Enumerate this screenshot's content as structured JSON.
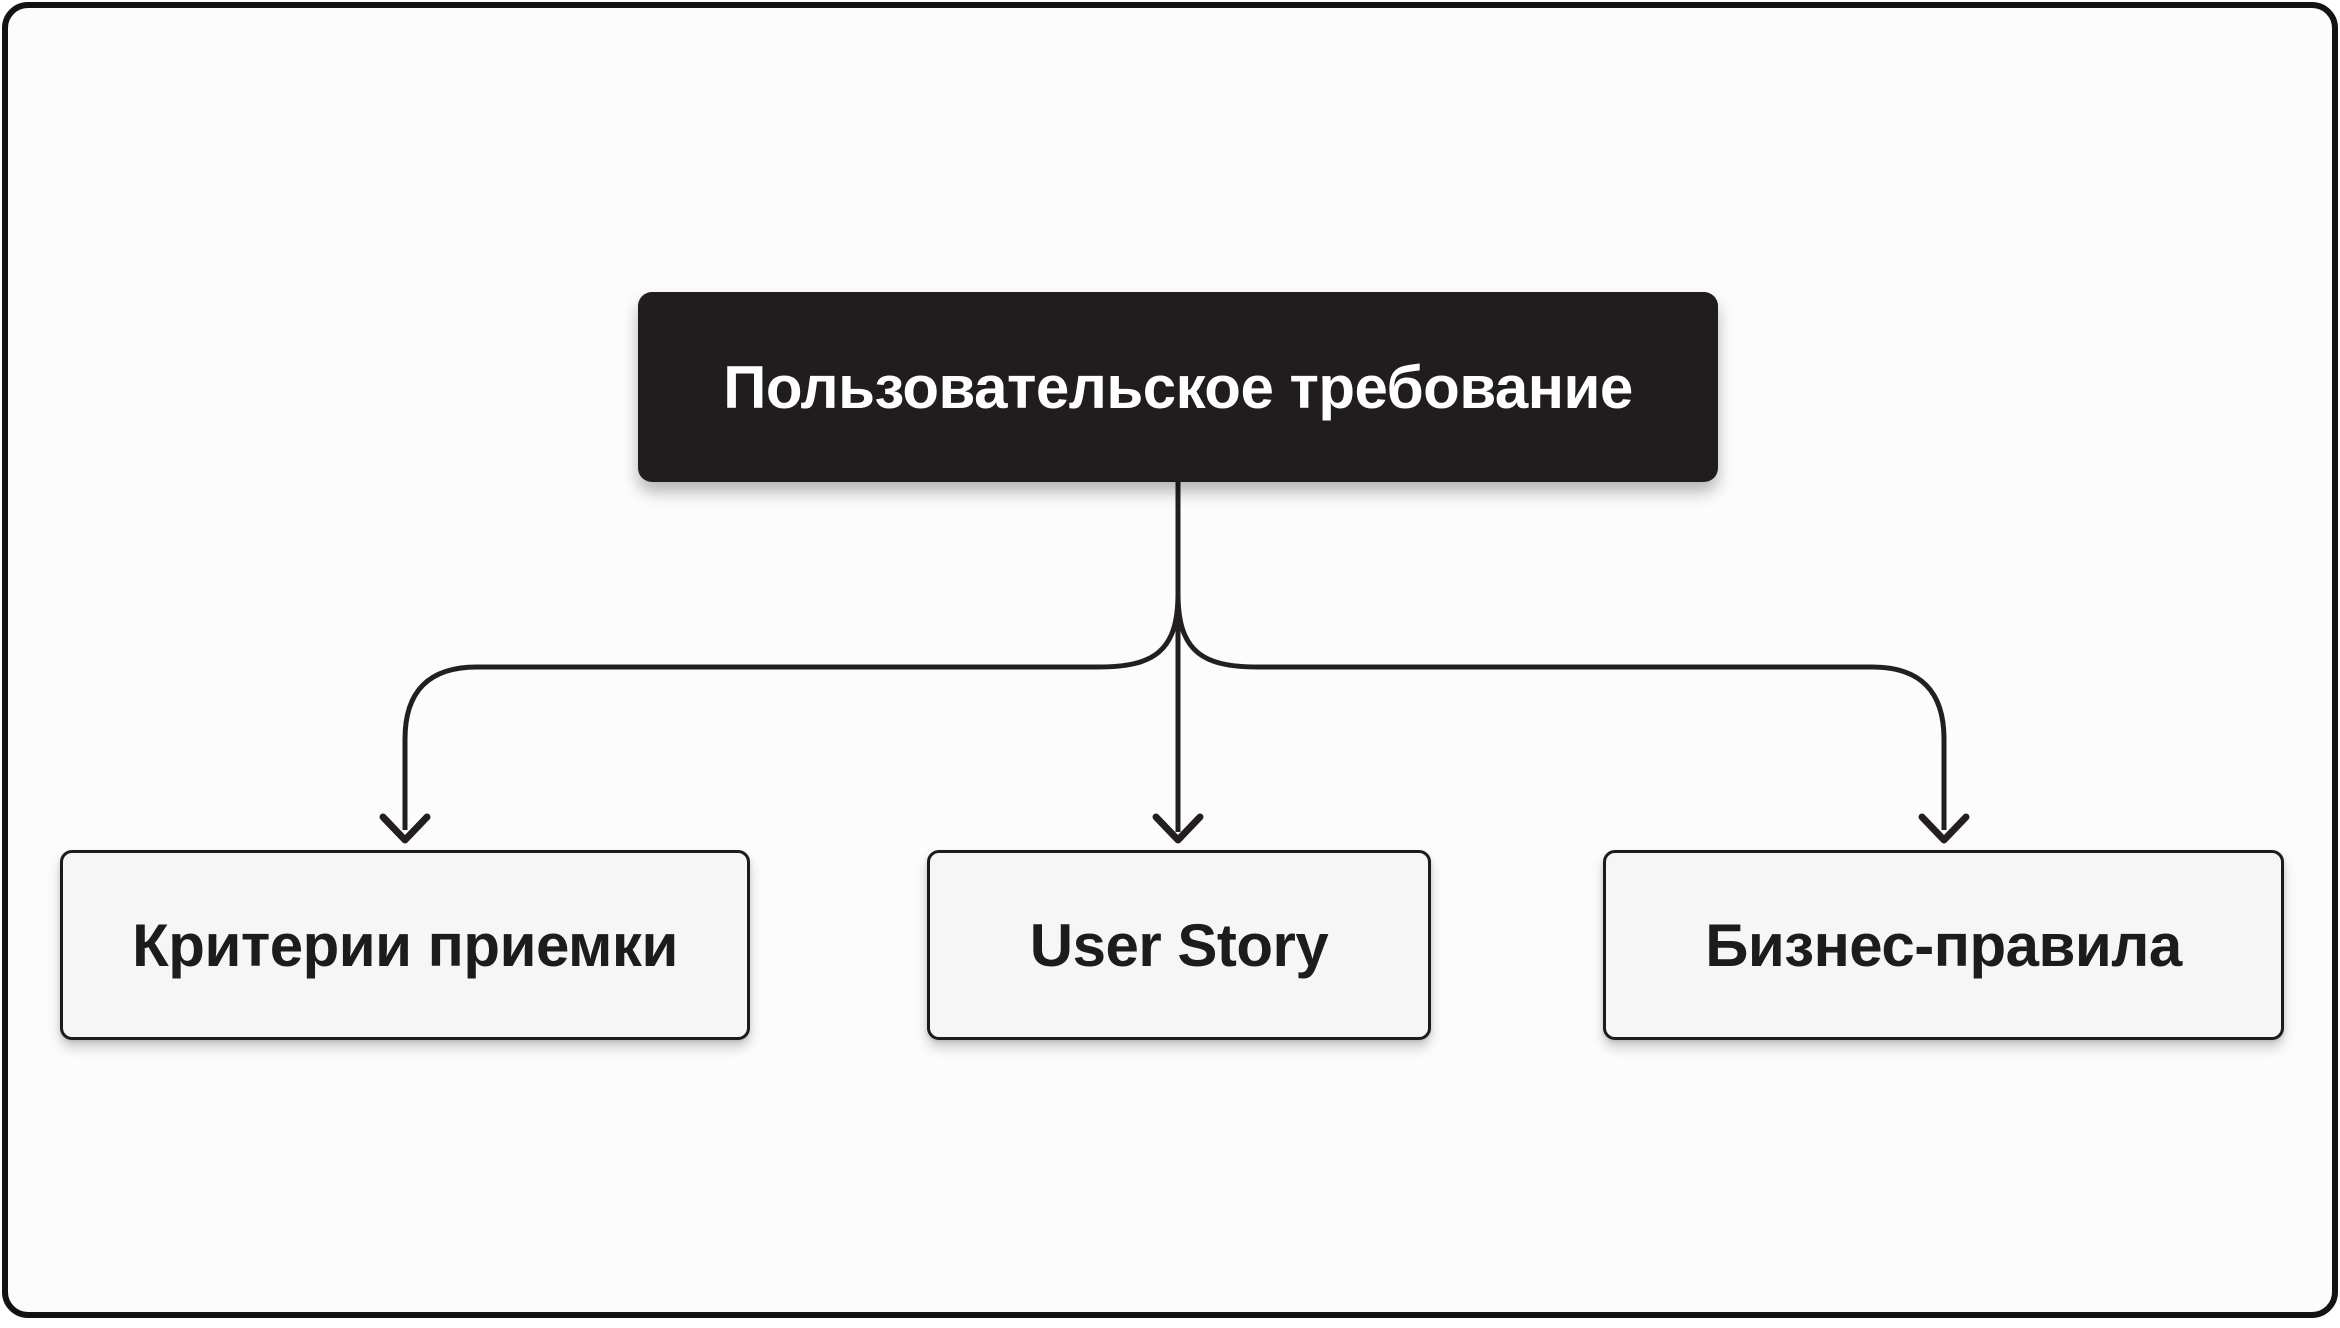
{
  "diagram": {
    "root": {
      "label": "Пользовательское требование"
    },
    "children": [
      {
        "label": "Критерии приемки"
      },
      {
        "label": "User Story"
      },
      {
        "label": "Бизнес-правила"
      }
    ],
    "colors": {
      "canvas_bg": "#fcfcfc",
      "frame_border": "#141213",
      "root_bg": "#211d1e",
      "root_text": "#ffffff",
      "child_bg": "#f6f6f6",
      "child_border": "#1d1b1b",
      "child_text": "#1d1b1b",
      "connector": "#231f20"
    }
  }
}
